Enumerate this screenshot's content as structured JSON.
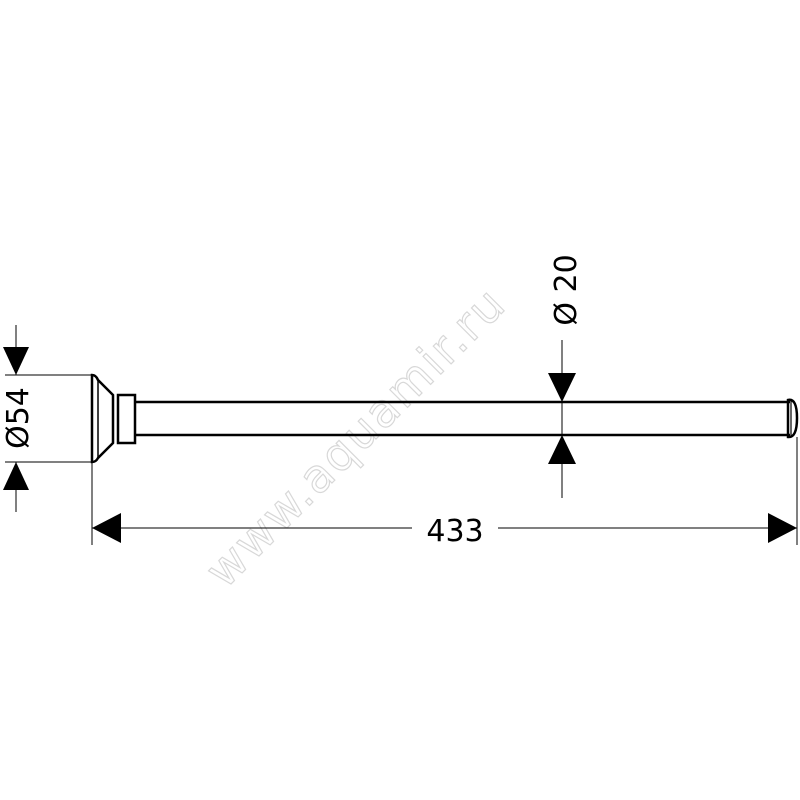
{
  "drawing": {
    "dimensions": {
      "flange_diameter": "Ø54",
      "rod_diameter": "Ø 20",
      "overall_length": "433"
    },
    "watermark": "www.aquamir.ru",
    "line_color": "#000000",
    "watermark_color": "#d8d8d8"
  }
}
